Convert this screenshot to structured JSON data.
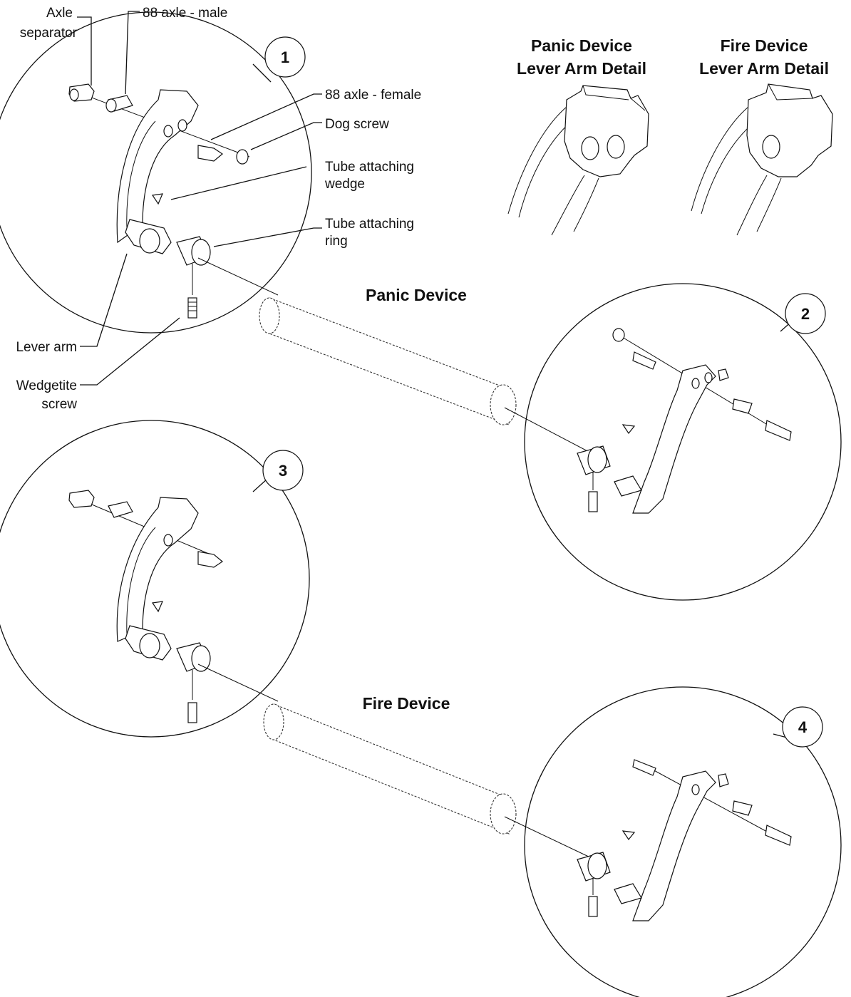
{
  "headings": {
    "panic_detail_1": "Panic Device",
    "panic_detail_2": "Lever Arm Detail",
    "fire_detail_1": "Fire Device",
    "fire_detail_2": "Lever Arm Detail",
    "panic_device": "Panic Device",
    "fire_device": "Fire Device"
  },
  "callouts": [
    "1",
    "2",
    "3",
    "4"
  ],
  "labels": {
    "axle_separator_1": "Axle",
    "axle_separator_2": "separator",
    "axle_male": "88 axle - male",
    "axle_female": "88 axle - female",
    "dog_screw": "Dog screw",
    "wedge_1": "Tube attaching",
    "wedge_2": "wedge",
    "ring_1": "Tube attaching",
    "ring_2": "ring",
    "lever_arm": "Lever arm",
    "wedgetite_1": "Wedgetite",
    "wedgetite_2": "screw"
  }
}
